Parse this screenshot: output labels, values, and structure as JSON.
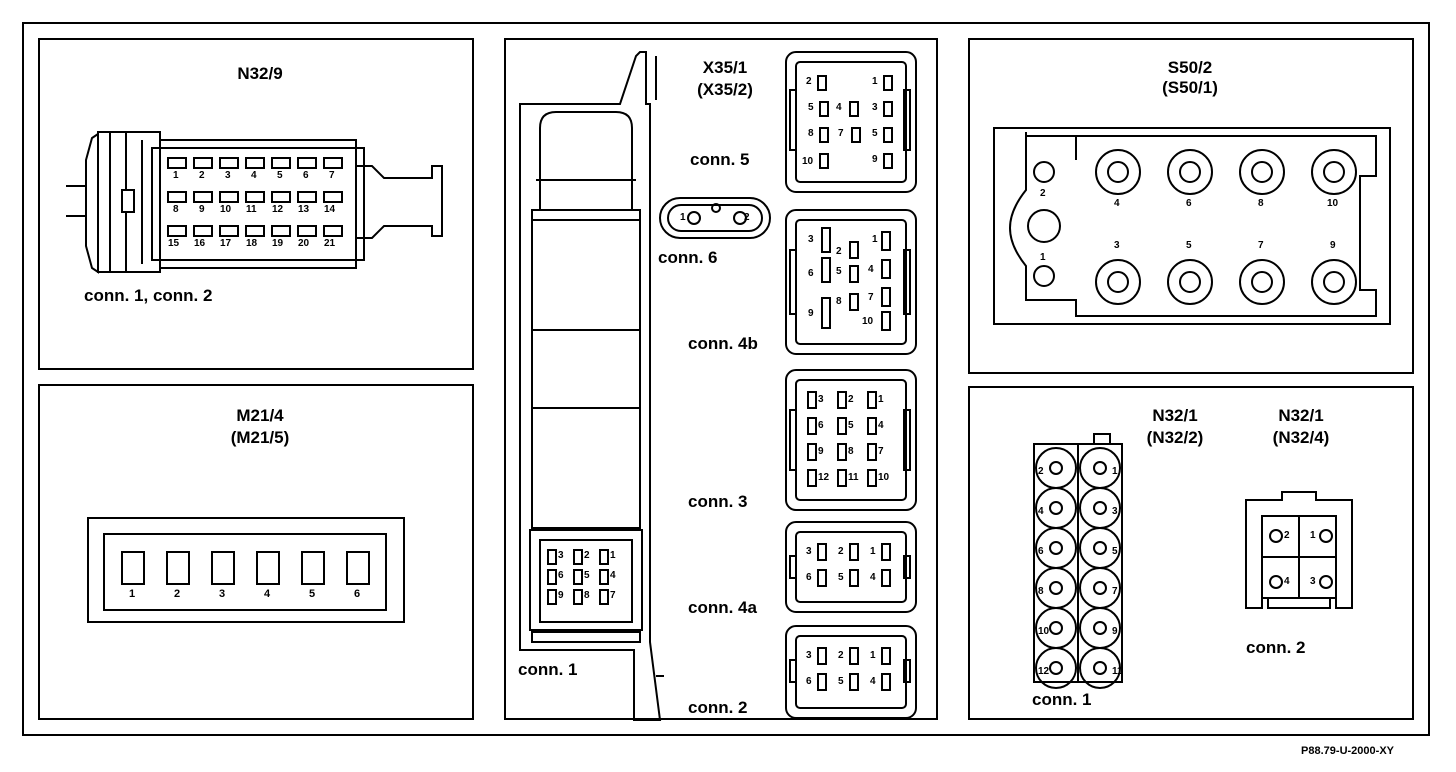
{
  "reference": "P88.79-U-2000-XY",
  "n32_9": {
    "title": "N32/9",
    "label": "conn. 1, conn. 2",
    "pins_row1": [
      "1",
      "2",
      "3",
      "4",
      "5",
      "6",
      "7"
    ],
    "pins_row2": [
      "8",
      "9",
      "10",
      "11",
      "12",
      "13",
      "14"
    ],
    "pins_row3": [
      "15",
      "16",
      "17",
      "18",
      "19",
      "20",
      "21"
    ]
  },
  "m21": {
    "title": "M21/4",
    "subtitle": "(M21/5)",
    "pins": [
      "1",
      "2",
      "3",
      "4",
      "5",
      "6"
    ]
  },
  "x35": {
    "title": "X35/1",
    "subtitle": "(X35/2)",
    "conn1": "conn. 1",
    "conn2": "conn. 2",
    "conn3": "conn. 3",
    "conn4a": "conn. 4a",
    "conn4b": "conn. 4b",
    "conn5": "conn. 5",
    "conn6": "conn. 6"
  },
  "s50": {
    "title": "S50/2",
    "subtitle": "(S50/1)",
    "pins_top": [
      "4",
      "6",
      "8",
      "10"
    ],
    "pins_bottom": [
      "3",
      "5",
      "7",
      "9"
    ],
    "pin2": "2",
    "pin1": "1"
  },
  "n32_1": {
    "title_a": "N32/1",
    "subtitle_a": "(N32/2)",
    "title_b": "N32/1",
    "subtitle_b": "(N32/4)",
    "conn1": "conn. 1",
    "conn2": "conn. 2"
  }
}
